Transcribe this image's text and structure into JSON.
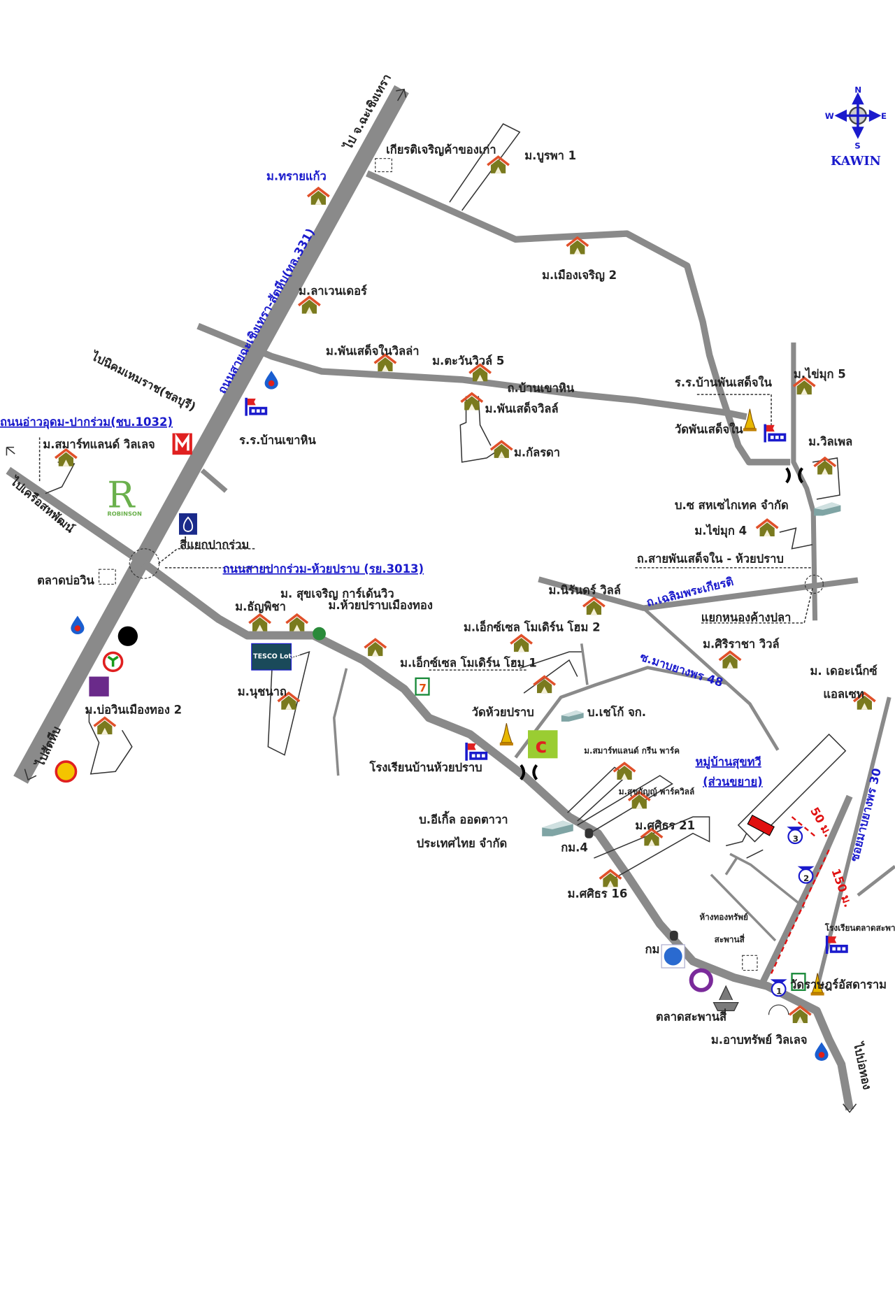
{
  "title": "KAWIN",
  "compass": {
    "n": "N",
    "s": "S",
    "e": "E",
    "w": "W",
    "brand": "KAWIN"
  },
  "roads": {
    "highway_north": "ไป จ.ฉะเชิงเทรา",
    "highway_name": "ถนนสายฉะเชิงเทรา-สัตหีบ(ทล.331)",
    "to_hemaraj": "ไปนิคมเหมราช(ชลบุรี)",
    "ao_udom": "ถนนอ่าวอุดม-ปากร่วม(ชบ.1032)",
    "to_saha": "ไปเครือสหพัฒน์",
    "pak_ruam_road": "ถนนสายปากร่วม-ห้วยปราบ (รย.3013)",
    "to_sattahip": "ไปสัตหีบ",
    "khao_hin": "ถ.บ้านเขาหิน",
    "phan_sadet_road": "ถ.สายพันเสด็จใน - ห้วยปราบ",
    "chaloem": "ถ.เฉลิมพระเกียรติ",
    "soi48": "ซ.มาบยางพร 48",
    "soi30": "ซอยมาบยางพร 30",
    "to_bo_thong": "ไปบ่อทอง",
    "dist_50": "50 ม.",
    "dist_150": "150 ม."
  },
  "places": {
    "sai_kaew": "ม.ทรายแก้ว",
    "kiat_charoen": "เกียรติเจริญค้าของเก่า",
    "burapha": "ม.บูรพา 1",
    "mueang_charoen": "ม.เมืองเจริญ 2",
    "lavender": "ม.ลาเวนเดอร์",
    "phan_villa": "ม.พันเสด็จในวิลล่า",
    "tawan": "ม.ตะวันวิวล์ 5",
    "phan_ville": "ม.พันเสด็จวิลล์",
    "kanlada": "ม.กัลรดา",
    "phan_school": "ร.ร.บ้านพันเสด็จใน",
    "khaimuk5": "ม.ไข่มุก 5",
    "phan_temple": "วัดพันเสด็จใน",
    "villpel": "ม.วิลเพล",
    "khao_hin_school": "ร.ร.บ้านเขาหิน",
    "smartland": "ม.สมาร์ทแลนด์ วิลเลจ",
    "robinson": "ROBINSON",
    "sahacity": "บ.ซ สหเซไกเทค จำกัด",
    "khaimuk4": "ม.ไข่มุก 4",
    "pak_ruam": "สี่แยกปากร่วม",
    "bo_win_market": "ตลาดบ่อวิน",
    "suk_charoen": "ม. สุขเจริญ การ์เด้นวิว",
    "thanpicha": "ม.ธัญพิชา",
    "huai_prap_mt": "ม.ห้วยปราบเมืองทอง",
    "niran": "ม.นิรันดร์ วิลล์",
    "nong_khang_pla": "แยกหนองค้างปลา",
    "excel2": "ม.เอ็กซ์เซล โมเดิร์น โฮม 2",
    "siracha": "ม.ศิริราชา วิวล์",
    "excel1": "ม.เอ็กซ์เซล โมเดิร์น โฮม 1",
    "the_next": "ม. เดอะเน็กซ์",
    "the_next2": "แอลเซท",
    "nutchanat": "ม.นุชนาถ",
    "bo_win_mt2": "ม.บ่อวินเมืองทอง 2",
    "huai_prap_temple": "วัดห้วยปราบ",
    "checo": "บ.เชโก้ จก.",
    "huai_prap_school": "โรงเรียนบ้านห้วยปราบ",
    "smart_green": "ม.สมาร์ทแลนด์ กรีน พาร์ค",
    "suk_thawi": "หมู่บ้านสุขทวี",
    "suk_thawi2": "(ส่วนขยาย)",
    "park_ville": "ม.สุขกัญญ์ พาร์ควิลล์",
    "eagle1": "บ.อีเกิ้ล ออดตาวา",
    "eagle2": "ประเทศไทย จำกัด",
    "sasithorn21": "ม.ศศิธร 21",
    "km4": "กม.4",
    "sasithorn16": "ม.ศศิธร 16",
    "gold_shop": "ห้างทองทรัพย์",
    "gold_shop2": "สะพานสี่",
    "saphan_school": "โรงเรียนตลาดสะพานสี่",
    "km": "กม",
    "rat_temple": "วัดราษฎร์อัสดาราม",
    "saphan_market": "ตลาดสะพานสี่",
    "arbsap": "ม.อาบทรัพย์ วิลเลจ",
    "tesco": "TESCO Lotus",
    "seven": "7",
    "m1": "1",
    "m2": "2",
    "m3": "3"
  },
  "colors": {
    "road": "#8a8a8a",
    "label_blue": "#1a1acc",
    "target": "#e01010"
  }
}
